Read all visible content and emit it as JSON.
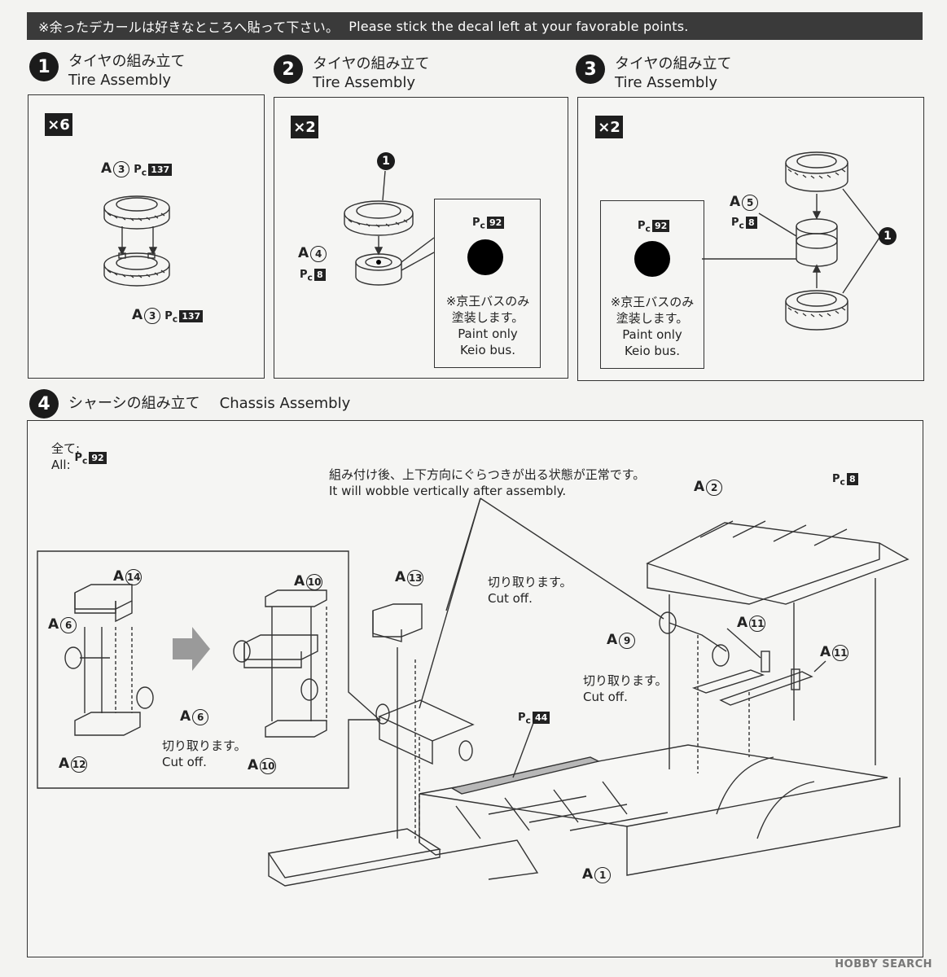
{
  "banner": {
    "jp": "※余ったデカールは好きなところへ貼って下さい。",
    "en": "Please stick the decal left at your favorable points."
  },
  "steps": [
    {
      "num": "1",
      "jp": "タイヤの組み立て",
      "en": "Tire Assembly",
      "qty": "×6"
    },
    {
      "num": "2",
      "jp": "タイヤの組み立て",
      "en": "Tire Assembly",
      "qty": "×2"
    },
    {
      "num": "3",
      "jp": "タイヤの組み立て",
      "en": "Tire Assembly",
      "qty": "×2"
    },
    {
      "num": "4",
      "jp": "シャーシの組み立て",
      "en": "Chassis Assembly"
    }
  ],
  "step1": {
    "part_top": "A",
    "num_top": "3",
    "pc_top": "137",
    "part_bottom": "A",
    "num_bottom": "3",
    "pc_bottom": "137"
  },
  "step2": {
    "ref": "1",
    "part": "A",
    "num": "4",
    "pc": "8",
    "pc_detail": "92",
    "note_jp1": "※京王バスのみ",
    "note_jp2": "塗装します。",
    "note_en1": "Paint only",
    "note_en2": "Keio bus."
  },
  "step3": {
    "ref": "1",
    "part": "A",
    "num": "5",
    "pc": "8",
    "pc_detail": "92",
    "note_jp1": "※京王バスのみ",
    "note_jp2": "塗装します。",
    "note_en1": "Paint only",
    "note_en2": "Keio bus."
  },
  "step4": {
    "all_jp": "全て:",
    "all_en": "All:",
    "all_pc": "92",
    "wobble_jp": "組み付け後、上下方向にぐらつきが出る状態が正常です。",
    "wobble_en": "It will wobble vertically after assembly.",
    "cut_jp": "切り取ります。",
    "cut_en": "Cut off.",
    "pc_label": "P",
    "pc_sub": "c",
    "pc_8": "8",
    "pc_44": "44",
    "parts": {
      "a14": "14",
      "a6": "6",
      "a12": "12",
      "a10": "10",
      "a13": "13",
      "a9": "9",
      "a11": "11",
      "a2": "2",
      "a1": "1"
    },
    "part_letter": "A"
  },
  "watermark": "HOBBY SEARCH"
}
